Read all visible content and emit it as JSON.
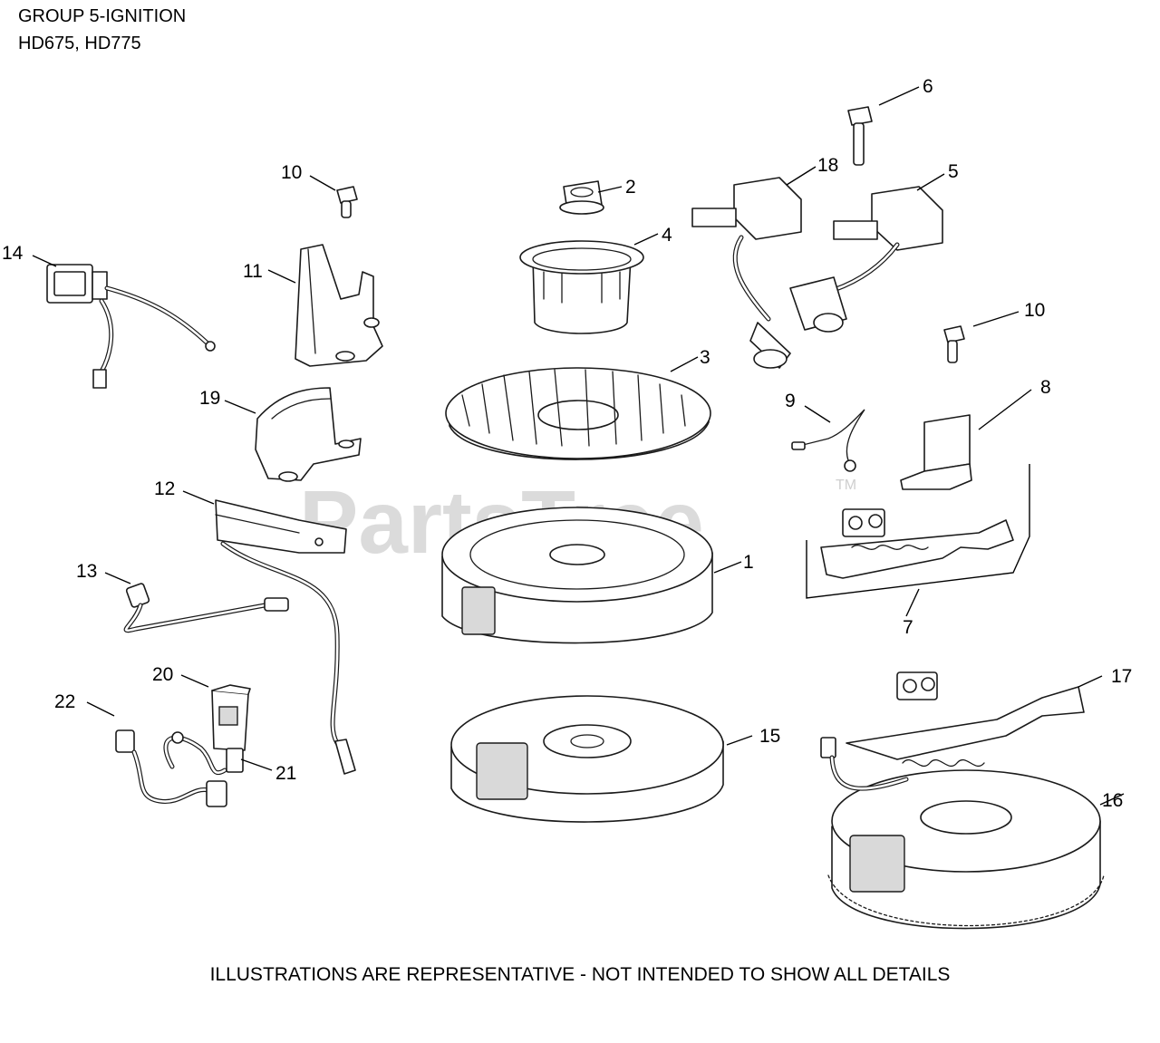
{
  "header": {
    "line1": "GROUP 5-IGNITION",
    "line2": "HD675, HD775"
  },
  "watermark": {
    "text": "PartsTree",
    "tm": "TM"
  },
  "callouts": [
    "1",
    "2",
    "3",
    "4",
    "5",
    "6",
    "7",
    "8",
    "9",
    "10",
    "10",
    "11",
    "12",
    "13",
    "14",
    "15",
    "16",
    "17",
    "18",
    "19",
    "20",
    "21",
    "22"
  ],
  "footer": "ILLUSTRATIONS ARE REPRESENTATIVE - NOT INTENDED TO SHOW ALL DETAILS"
}
